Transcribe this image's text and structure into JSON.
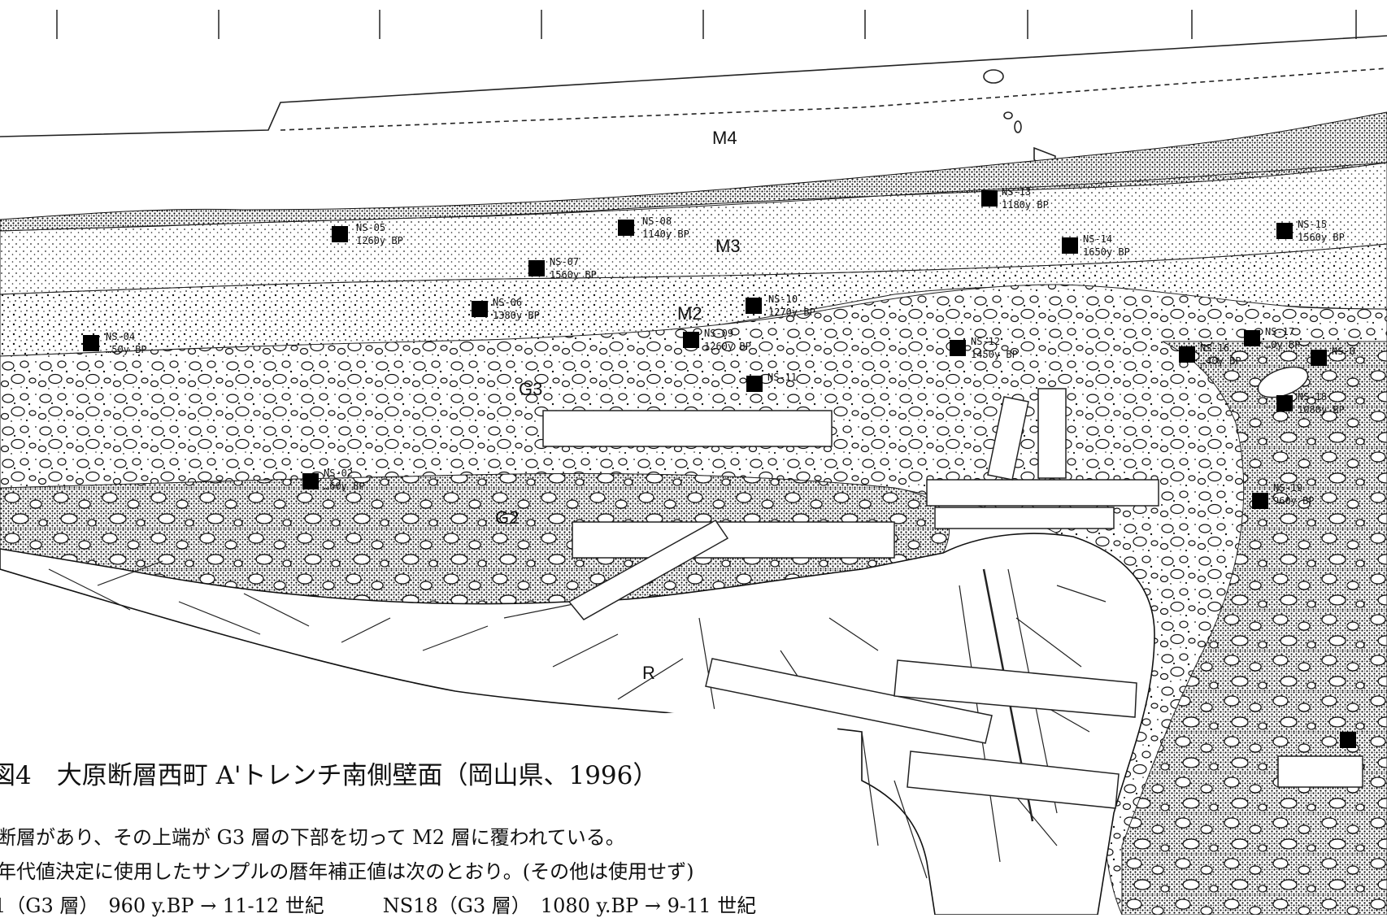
{
  "layers": {
    "m4": "M4",
    "m3": "M3",
    "m2": "M2",
    "g3": "G3",
    "g2": "G2",
    "r": "R"
  },
  "samples": [
    {
      "id": "NS-05",
      "age": "1260y BP"
    },
    {
      "id": "NS-08",
      "age": "1140y BP"
    },
    {
      "id": "NS-07",
      "age": "1560y BP"
    },
    {
      "id": "NS-06",
      "age": "1380y BP"
    },
    {
      "id": "NS-10",
      "age": "1270y BP"
    },
    {
      "id": "NS-09",
      "age": "1260y BP"
    },
    {
      "id": "NS-04",
      "age": "…50y BP"
    },
    {
      "id": "NS-11",
      "age": ""
    },
    {
      "id": "NS-13",
      "age": "1180y BP"
    },
    {
      "id": "NS-14",
      "age": "1650y BP"
    },
    {
      "id": "NS-15",
      "age": "1560y BP"
    },
    {
      "id": "NS-12",
      "age": "1450y BP"
    },
    {
      "id": "NS-17",
      "age": "…0y BP"
    },
    {
      "id": "NS-16",
      "age": "…40y BP"
    },
    {
      "id": "NS-18",
      "age": "1080y BP"
    },
    {
      "id": "NS-19",
      "age": "960y BP"
    },
    {
      "id": "NS-02",
      "age": "…60y BP"
    },
    {
      "id": "NS-0",
      "age": ""
    }
  ],
  "caption": {
    "title": "図4　大原断層西町 A'トレンチ南側壁面（岡山県、1996）",
    "line1": "断層があり、その上端が G3 層の下部を切って M2 層に覆われている。",
    "line2": "年代値決定に使用したサンプルの暦年補正値は次のとおり。(その他は使用せず)",
    "line3": "1（G3 層）　960 y.BP → 11-12 世紀　　　NS18（G3 層）　1080 y.BP → 9-11 世紀"
  }
}
